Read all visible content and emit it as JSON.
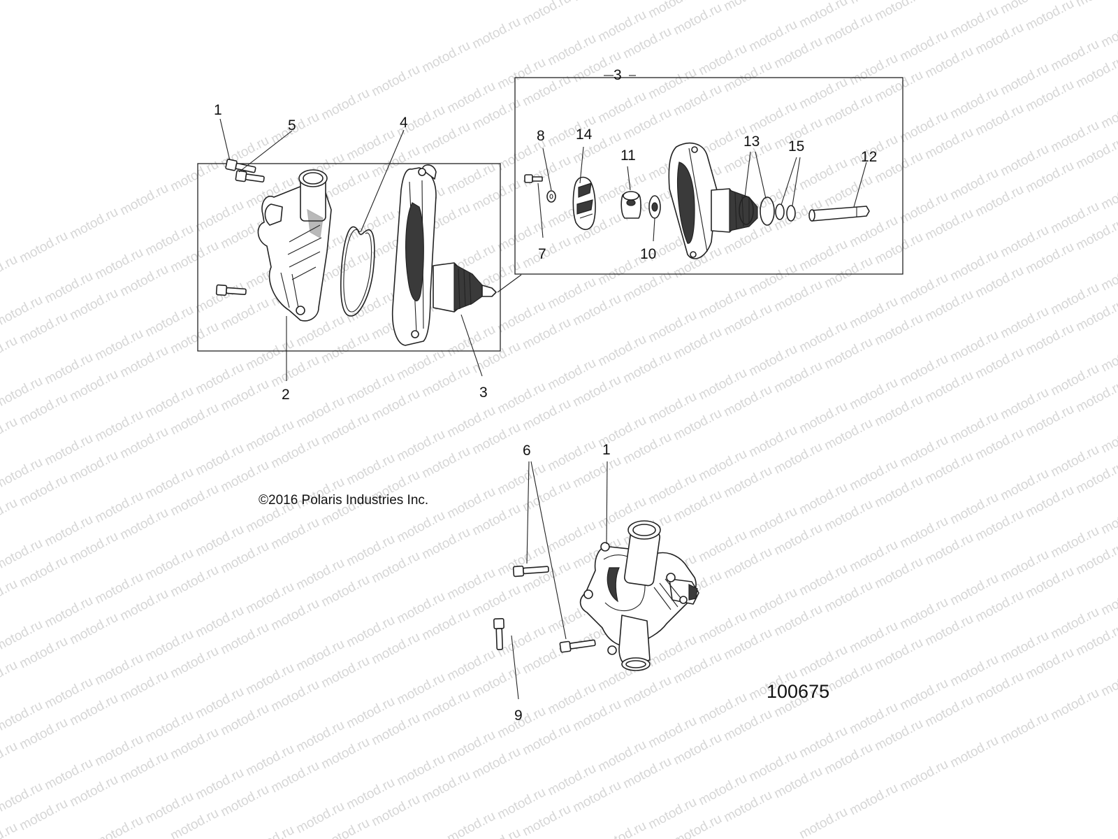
{
  "watermark": "motod.ru",
  "copyright": "©2016 Polaris Industries Inc.",
  "figure_number": "100675",
  "callouts": {
    "c1_top": "1",
    "c5": "5",
    "c4": "4",
    "c2": "2",
    "c3_left": "3",
    "c3_box": "3",
    "c8": "8",
    "c14": "14",
    "c11": "11",
    "c13": "13",
    "c15": "15",
    "c12": "12",
    "c7": "7",
    "c10": "10",
    "c6": "6",
    "c1_bottom": "1",
    "c9": "9"
  }
}
